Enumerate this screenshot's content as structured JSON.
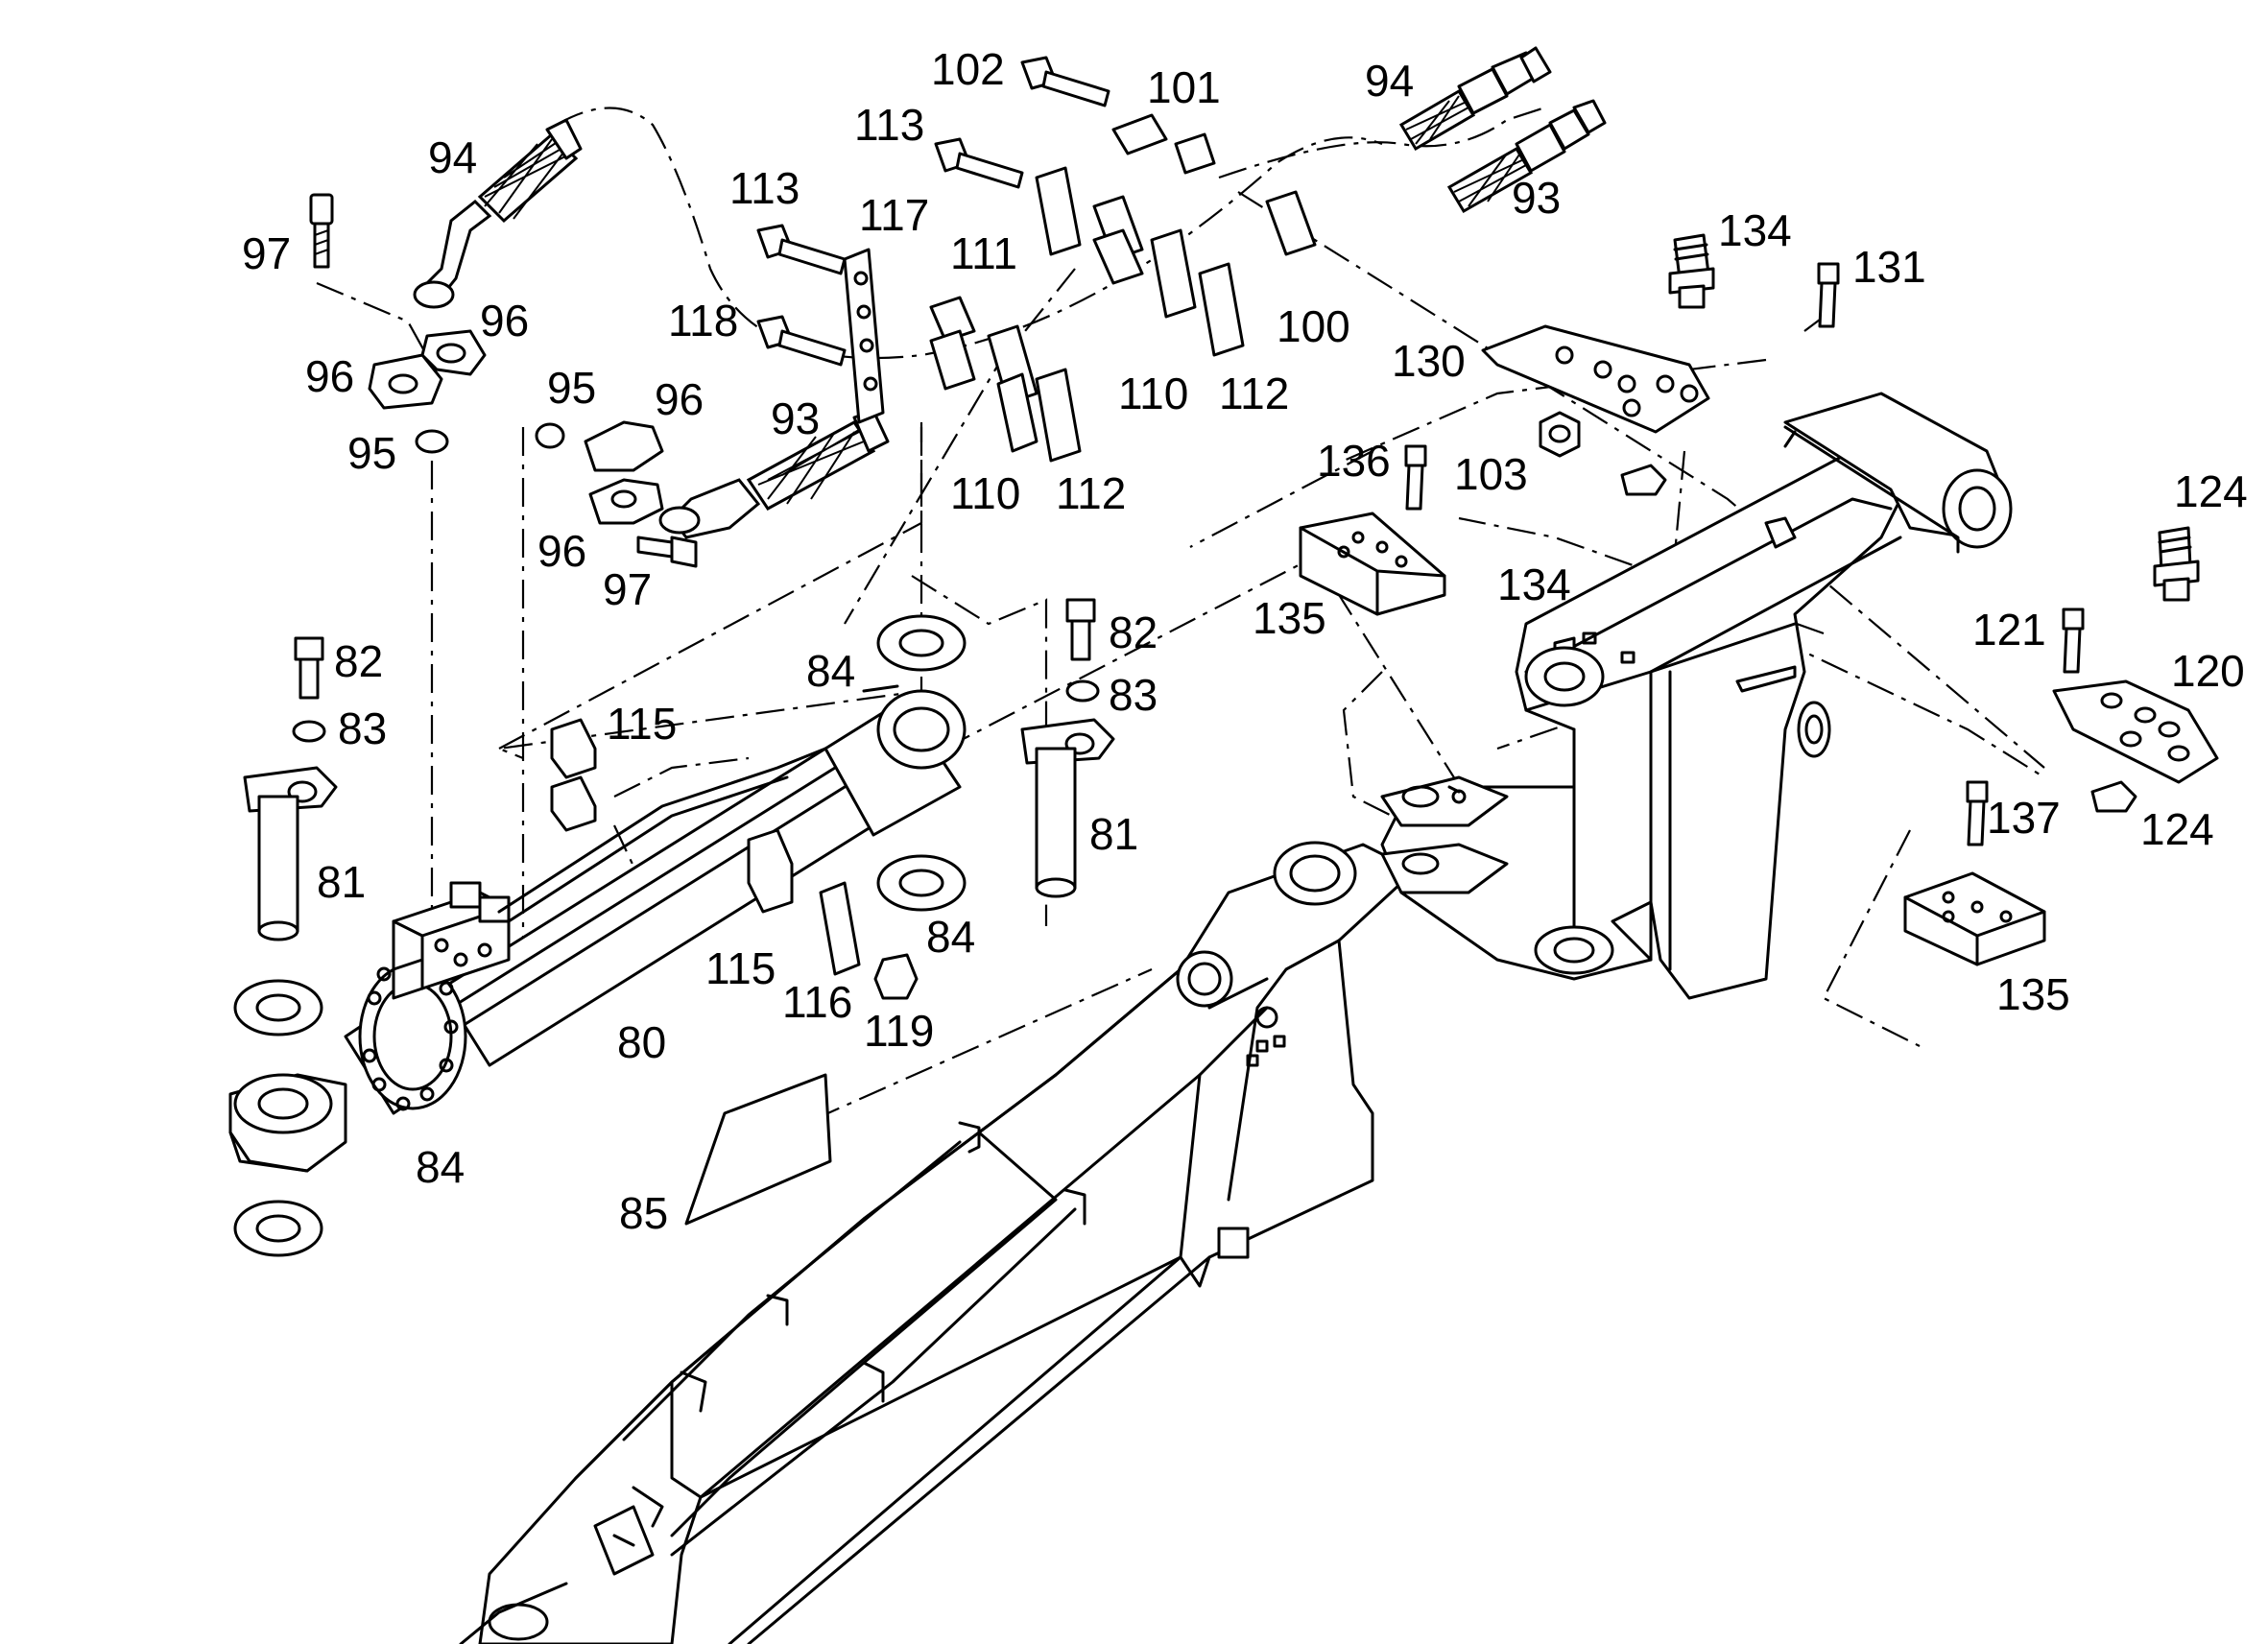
{
  "diagram": {
    "callouts": [
      {
        "id": "c102",
        "text": "102"
      },
      {
        "id": "c101",
        "text": "101"
      },
      {
        "id": "c94a",
        "text": "94"
      },
      {
        "id": "c113a",
        "text": "113"
      },
      {
        "id": "c94b",
        "text": "94"
      },
      {
        "id": "c93a",
        "text": "93"
      },
      {
        "id": "c113b",
        "text": "113"
      },
      {
        "id": "c117",
        "text": "117"
      },
      {
        "id": "c111",
        "text": "111"
      },
      {
        "id": "c134a",
        "text": "134"
      },
      {
        "id": "c131",
        "text": "131"
      },
      {
        "id": "c97a",
        "text": "97"
      },
      {
        "id": "c96a",
        "text": "96"
      },
      {
        "id": "c96b",
        "text": "96"
      },
      {
        "id": "c118",
        "text": "118"
      },
      {
        "id": "c100",
        "text": "100"
      },
      {
        "id": "c130",
        "text": "130"
      },
      {
        "id": "c95a",
        "text": "95"
      },
      {
        "id": "c96c",
        "text": "96"
      },
      {
        "id": "c93b",
        "text": "93"
      },
      {
        "id": "c110a",
        "text": "110"
      },
      {
        "id": "c112a",
        "text": "112"
      },
      {
        "id": "c95b",
        "text": "95"
      },
      {
        "id": "c110b",
        "text": "110"
      },
      {
        "id": "c112b",
        "text": "112"
      },
      {
        "id": "c136",
        "text": "136"
      },
      {
        "id": "c103",
        "text": "103"
      },
      {
        "id": "c124a",
        "text": "124"
      },
      {
        "id": "c96d",
        "text": "96"
      },
      {
        "id": "c97b",
        "text": "97"
      },
      {
        "id": "c134b",
        "text": "134"
      },
      {
        "id": "c135a",
        "text": "135"
      },
      {
        "id": "c121",
        "text": "121"
      },
      {
        "id": "c82a",
        "text": "82"
      },
      {
        "id": "c84a",
        "text": "84"
      },
      {
        "id": "c82b",
        "text": "82"
      },
      {
        "id": "c120",
        "text": "120"
      },
      {
        "id": "c83a",
        "text": "83"
      },
      {
        "id": "c115a",
        "text": "115"
      },
      {
        "id": "c83b",
        "text": "83"
      },
      {
        "id": "c81a",
        "text": "81"
      },
      {
        "id": "c137",
        "text": "137"
      },
      {
        "id": "c124b",
        "text": "124"
      },
      {
        "id": "c81b",
        "text": "81"
      },
      {
        "id": "c84b",
        "text": "84"
      },
      {
        "id": "c115b",
        "text": "115"
      },
      {
        "id": "c116",
        "text": "116"
      },
      {
        "id": "c119",
        "text": "119"
      },
      {
        "id": "c135b",
        "text": "135"
      },
      {
        "id": "c80",
        "text": "80"
      },
      {
        "id": "c84c",
        "text": "84"
      },
      {
        "id": "c85",
        "text": "85"
      }
    ]
  }
}
